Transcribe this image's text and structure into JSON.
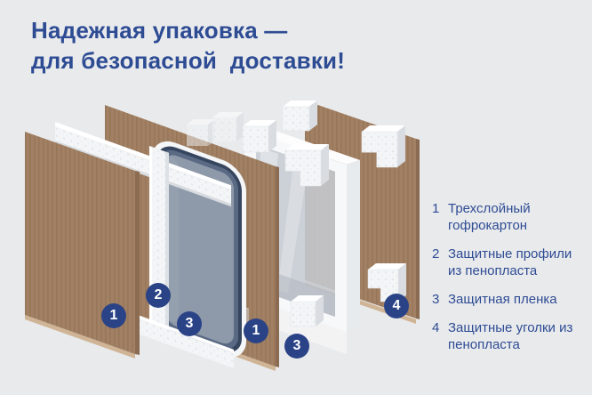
{
  "title": {
    "line1": "Надежная упаковка —",
    "line2": "для безопасной  доставки!"
  },
  "legend": {
    "items": [
      {
        "num": "1",
        "text": "Трехслойный гофрокартон"
      },
      {
        "num": "2",
        "text": "Защитные профили из пенопласта"
      },
      {
        "num": "3",
        "text": "Защитная пленка"
      },
      {
        "num": "4",
        "text": "Защитные уголки из пенопласта"
      }
    ]
  },
  "markers": [
    {
      "num": "1",
      "label": "Трехслойный гофрокартон"
    },
    {
      "num": "2",
      "label": "Защитные профили из пенопласта"
    },
    {
      "num": "3",
      "label": "Защитная пленка"
    },
    {
      "num": "1",
      "label": "Трехслойный гофрокартон"
    },
    {
      "num": "3",
      "label": "Защитная пленка"
    },
    {
      "num": "4",
      "label": "Защитные уголки из пенопласта"
    }
  ],
  "colors": {
    "background": "#e9eaec",
    "title_text": "#2e4c94",
    "legend_text": "#2e4c94",
    "marker_circle": "#2a4387",
    "marker_number": "#ffffff",
    "cardboard": "#a28063",
    "cardboard_stripe": "#97775a",
    "film_navy": "#37465f",
    "film_gray": "#8e99a9",
    "foam_white": "#f3f5f7"
  }
}
